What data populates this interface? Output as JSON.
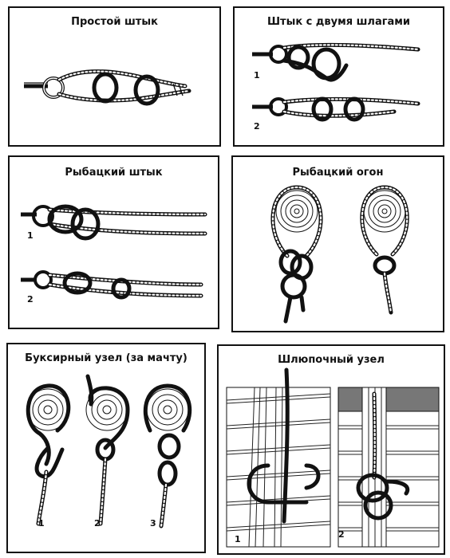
{
  "panels": {
    "simple_hitch": {
      "title": "Простой штык"
    },
    "two_turns_hitch": {
      "title": "Штык с двумя шлагами",
      "labels": [
        "1",
        "2"
      ]
    },
    "fisherman_bend": {
      "title": "Рыбацкий штык",
      "labels": [
        "1",
        "2"
      ]
    },
    "fisherman_eye": {
      "title": "Рыбацкий огон"
    },
    "towing_hitch": {
      "title": "Буксирный узел (за мачту)",
      "labels": [
        "1",
        "2",
        "3"
      ]
    },
    "boat_knot": {
      "title": "Шлюпочный узел",
      "labels": [
        "1",
        "2"
      ]
    }
  }
}
